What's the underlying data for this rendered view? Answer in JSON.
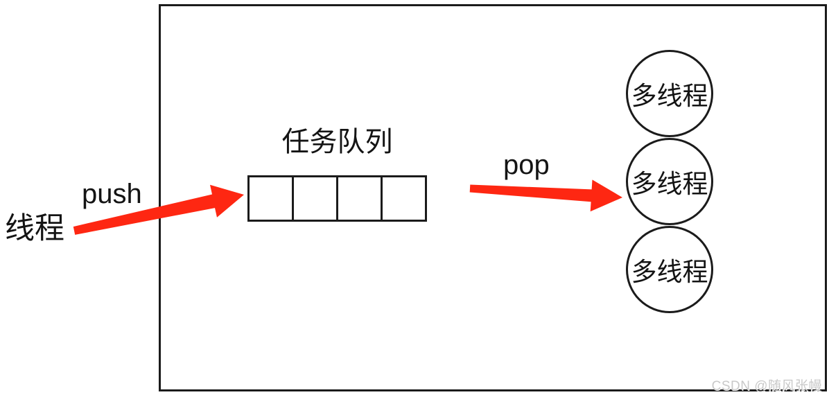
{
  "diagram": {
    "producer_label": "线程",
    "push_label": "push",
    "queue": {
      "title": "任务队列",
      "cell_count": 4,
      "cells_empty": true
    },
    "pop_label": "pop",
    "workers": [
      "多线程",
      "多线程",
      "多线程"
    ],
    "watermark": "CSDN @随风张幔",
    "colors": {
      "arrow": "#FE2712",
      "outline": "#1B1B1B",
      "watermark": "#C9C9C9"
    }
  }
}
